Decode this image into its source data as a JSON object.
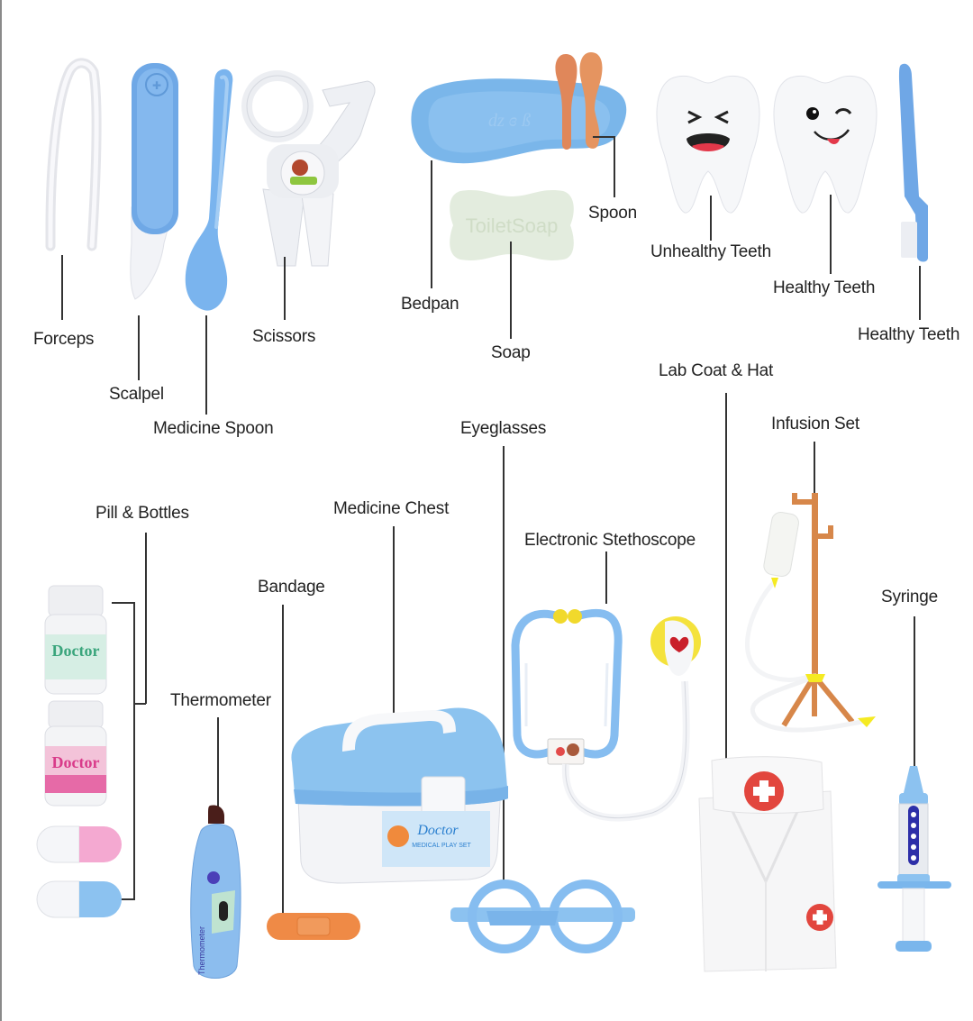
{
  "diagram": {
    "type": "labeled-product-kit",
    "colors": {
      "toy_blue": "#7fb8ec",
      "toy_blue_dark": "#5a9be0",
      "white_plastic": "#f4f5f8",
      "orange": "#e48a4e",
      "yellow": "#f2e21c",
      "red_cross": "#e0463e",
      "leader_line": "#333333",
      "label_text": "#222222"
    },
    "labels": {
      "forceps": "Forceps",
      "scalpel": "Scalpel",
      "medicine_spoon": "Medicine Spoon",
      "scissors": "Scissors",
      "bedpan": "Bedpan",
      "spoon": "Spoon",
      "soap": "Soap",
      "unhealthy_teeth": "Unhealthy Teeth",
      "healthy_teeth": "Healthy Teeth",
      "healthy_teeth_brush": "Healthy Teeth",
      "lab_coat_hat": "Lab Coat & Hat",
      "infusion_set": "Infusion Set",
      "eyeglasses": "Eyeglasses",
      "pill_bottles": "Pill & Bottles",
      "medicine_chest": "Medicine Chest",
      "electronic_stethoscope": "Electronic Stethoscope",
      "bandage": "Bandage",
      "thermometer": "Thermometer",
      "syringe": "Syringe"
    },
    "product_text": {
      "soap_emboss": "ToiletSoap",
      "bottle_label_1": "Doctor",
      "bottle_label_2": "Doctor",
      "thermometer_text": "Thermometer",
      "chest_label": "Doctor",
      "chest_sublabel": "MEDICAL PLAY SET"
    }
  }
}
